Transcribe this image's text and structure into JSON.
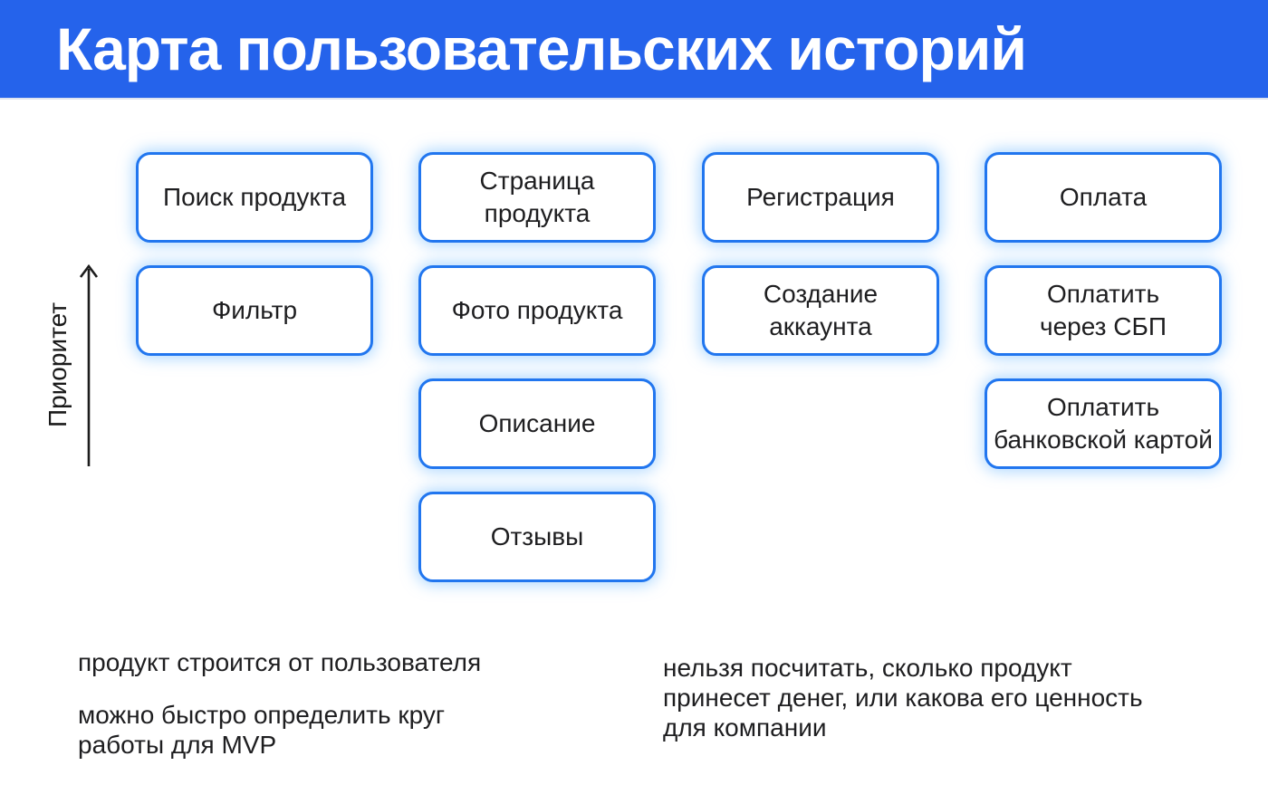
{
  "title": "Карта пользовательских историй",
  "axis": {
    "label": "Приоритет"
  },
  "columns": [
    {
      "cards": [
        "Поиск продукта",
        "Фильтр"
      ]
    },
    {
      "cards": [
        "Страница\nпродукта",
        "Фото продукта",
        "Описание",
        "Отзывы"
      ]
    },
    {
      "cards": [
        "Регистрация",
        "Создание\nаккаунта"
      ]
    },
    {
      "cards": [
        "Оплата",
        "Оплатить\nчерез СБП",
        "Оплатить\nбанковской картой"
      ]
    }
  ],
  "notes": {
    "pros": [
      "продукт строится от пользователя",
      "можно быстро определить круг\nработы для MVP"
    ],
    "cons": [
      "нельзя посчитать, сколько продукт\nпринесет денег, или какова его ценность\nдля компании"
    ]
  },
  "icons": {
    "pros": "plus-hexagon",
    "cons": "minus-hexagon",
    "axis": "up-arrow"
  },
  "colors": {
    "header_blue": "#2563eb",
    "card_border": "#2176ef",
    "hex_blue": "#1b67e9",
    "text_dark": "#1e1e20",
    "title_text": "#ffffff",
    "glow": "#9fd1ff"
  }
}
